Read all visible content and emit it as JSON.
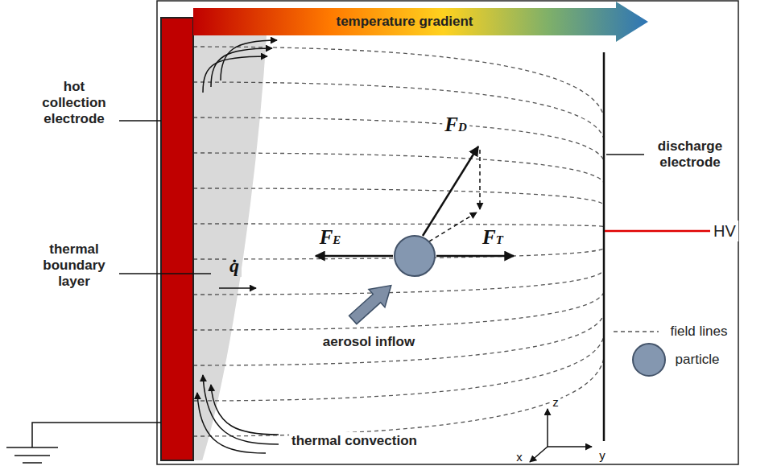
{
  "diagram": {
    "nodes": [
      {
        "text": [
          "temperature gradient"
        ]
      }
    ],
    "labels": [
      "hot collection electrode",
      "thermal boundary layer",
      "q̇",
      "FD",
      "FE",
      "FT",
      "aerosol inflow",
      "thermal convection",
      "discharge electrode",
      "HV",
      "z",
      "y",
      "x"
    ],
    "legend": [
      {
        "text": "field lines"
      },
      {
        "text": "particle"
      }
    ]
  }
}
